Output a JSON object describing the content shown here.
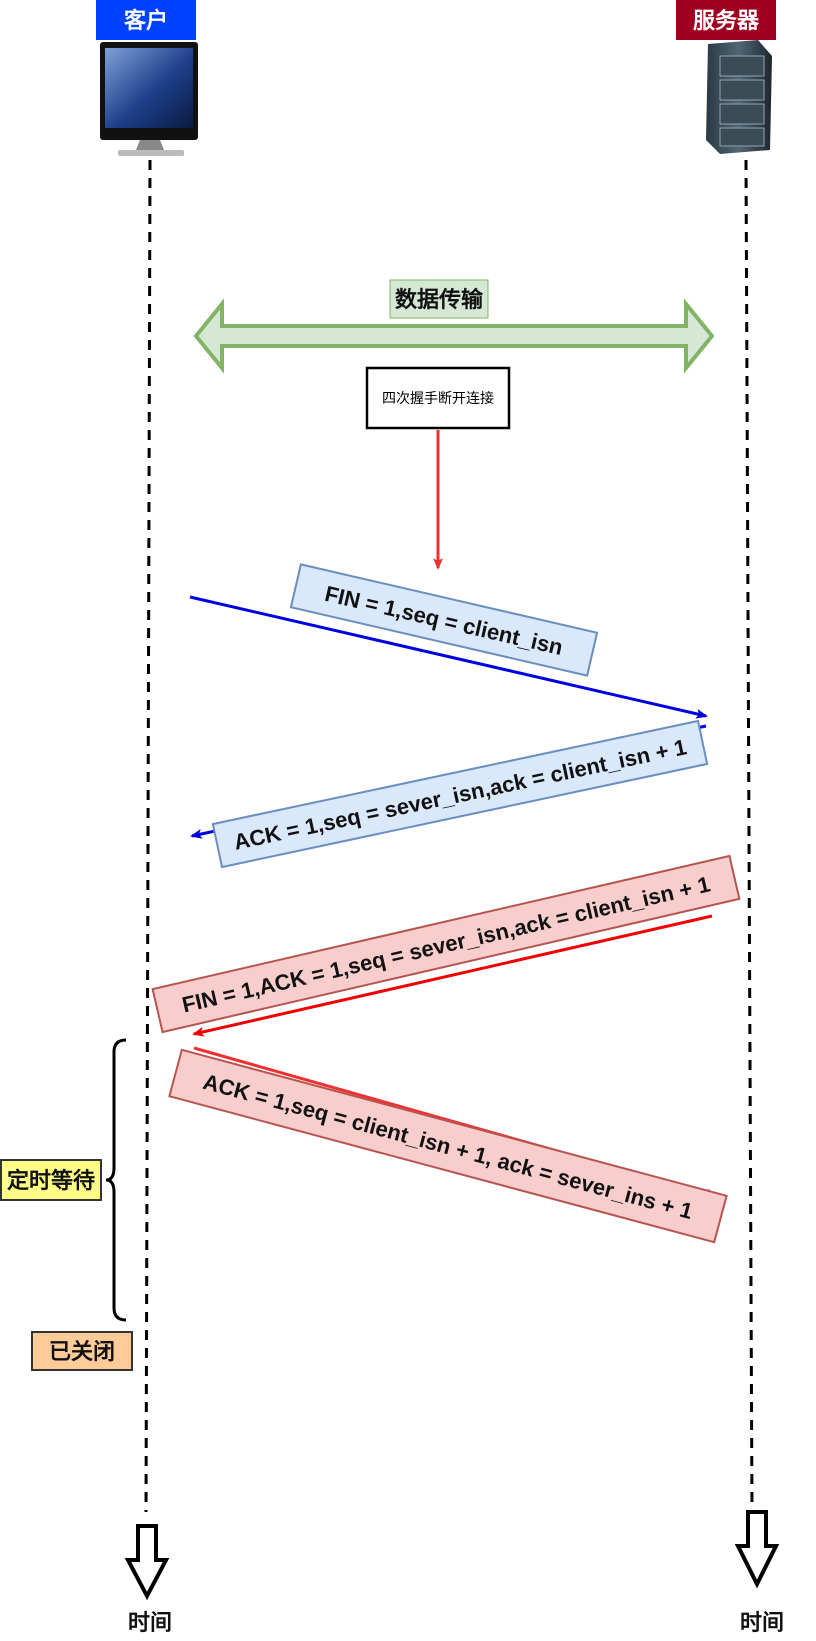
{
  "actors": {
    "client": {
      "label": "客户",
      "color": "#0040ff"
    },
    "server": {
      "label": "服务器",
      "color": "#a00020"
    }
  },
  "data_transfer": {
    "label": "数据传输",
    "arrow_color": "#82b366",
    "fill": "#d5e8d4"
  },
  "teardown_note": {
    "label": "四次握手断开连接",
    "arrow_color": "#f03030"
  },
  "messages": [
    {
      "label": "FIN = 1,seq = client_isn",
      "color": "#0000e0",
      "box_fill": "#dae8fc",
      "box_stroke": "#6c8ebf"
    },
    {
      "label": "ACK = 1,seq = sever_isn,ack = client_isn + 1",
      "color": "#0000e0",
      "box_fill": "#dae8fc",
      "box_stroke": "#6c8ebf"
    },
    {
      "label": "FIN = 1,ACK = 1,seq = sever_isn,ack = client_isn + 1",
      "color": "#f00000",
      "box_fill": "#f8cecc",
      "box_stroke": "#b85450"
    },
    {
      "label": "ACK = 1,seq = client_isn + 1, ack = sever_ins + 1",
      "color": "#f03030",
      "box_fill": "#f8cecc",
      "box_stroke": "#b85450"
    }
  ],
  "states": {
    "time_wait": {
      "label": "定时等待",
      "fill": "#ffff88"
    },
    "closed": {
      "label": "已关闭",
      "fill": "#ffcc99"
    }
  },
  "time_axis": {
    "client_label": "时间",
    "server_label": "时间"
  }
}
